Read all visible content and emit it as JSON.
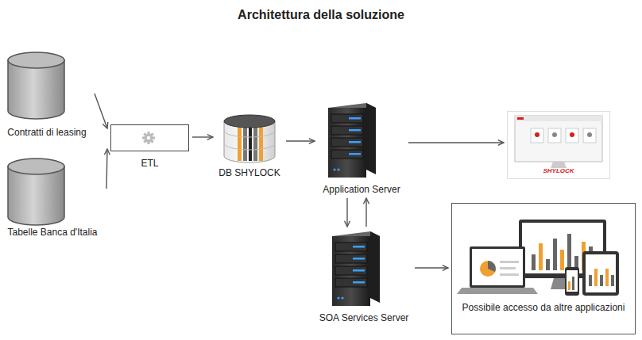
{
  "diagram": {
    "title": "Architettura della soluzione",
    "nodes": [
      {
        "text": [
          "Contratti di leasing"
        ]
      },
      {
        "text": [
          "Tabelle Banca d'Italia"
        ]
      },
      {
        "text": [
          "ETL"
        ]
      },
      {
        "text": [
          "DB SHYLOCK"
        ]
      },
      {
        "text": [
          "Application Server"
        ]
      },
      {
        "text": [
          "SHYLOCK"
        ]
      },
      {
        "text": [
          "SOA Services Server"
        ]
      },
      {
        "text": [
          "Possibile accesso da altre applicazioni"
        ]
      }
    ],
    "edges": [
      {
        "from": 0,
        "to": 2,
        "arrow": "to"
      },
      {
        "from": 1,
        "to": 2,
        "arrow": "to"
      },
      {
        "from": 2,
        "to": 3,
        "arrow": "to"
      },
      {
        "from": 3,
        "to": 4,
        "arrow": "to"
      },
      {
        "from": 4,
        "to": 5,
        "arrow": "to"
      },
      {
        "from": 4,
        "to": 6,
        "arrow": "to"
      },
      {
        "from": 6,
        "to": 4,
        "arrow": "to"
      },
      {
        "from": 6,
        "to": 7,
        "arrow": "to"
      }
    ]
  }
}
